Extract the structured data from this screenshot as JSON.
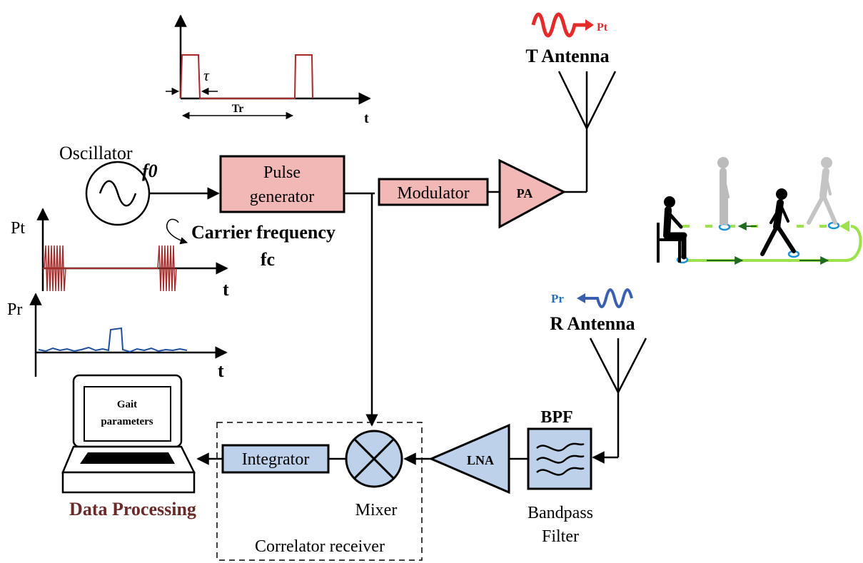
{
  "pulse_train": {
    "tau": "τ",
    "period": "Tr",
    "t_axis": "t"
  },
  "oscillator": {
    "label": "Oscillator",
    "freq": "f0"
  },
  "pulse_generator": {
    "line1": "Pulse",
    "line2": "generator"
  },
  "carrier": {
    "label": "Carrier frequency",
    "symbol": "fc"
  },
  "modulator": {
    "label": "Modulator"
  },
  "pa": {
    "label": "PA"
  },
  "t_antenna": {
    "label": "T Antenna",
    "signal": "Pt"
  },
  "r_antenna": {
    "label": "R Antenna",
    "signal": "Pr"
  },
  "tx_plot": {
    "ylabel": "Pt",
    "xlabel": "t"
  },
  "rx_plot": {
    "ylabel": "Pr",
    "xlabel": "t"
  },
  "bpf": {
    "short": "BPF",
    "line1": "Bandpass",
    "line2": "Filter"
  },
  "lna": {
    "label": "LNA"
  },
  "mixer": {
    "label": "Mixer"
  },
  "integrator": {
    "label": "Integrator"
  },
  "correlator": {
    "label": "Correlator receiver"
  },
  "computer": {
    "line1": "Gait",
    "line2": "parameters"
  },
  "data_processing": {
    "label": "Data Processing"
  },
  "colors": {
    "block_fill_tx": "#f2b8b5",
    "block_fill_rx": "#bdd1ea",
    "pulse_red": "#a52a2a",
    "rx_blue": "#1f4e9c",
    "data_processing": "#6b2a2a",
    "path_green": "#9be24b"
  }
}
